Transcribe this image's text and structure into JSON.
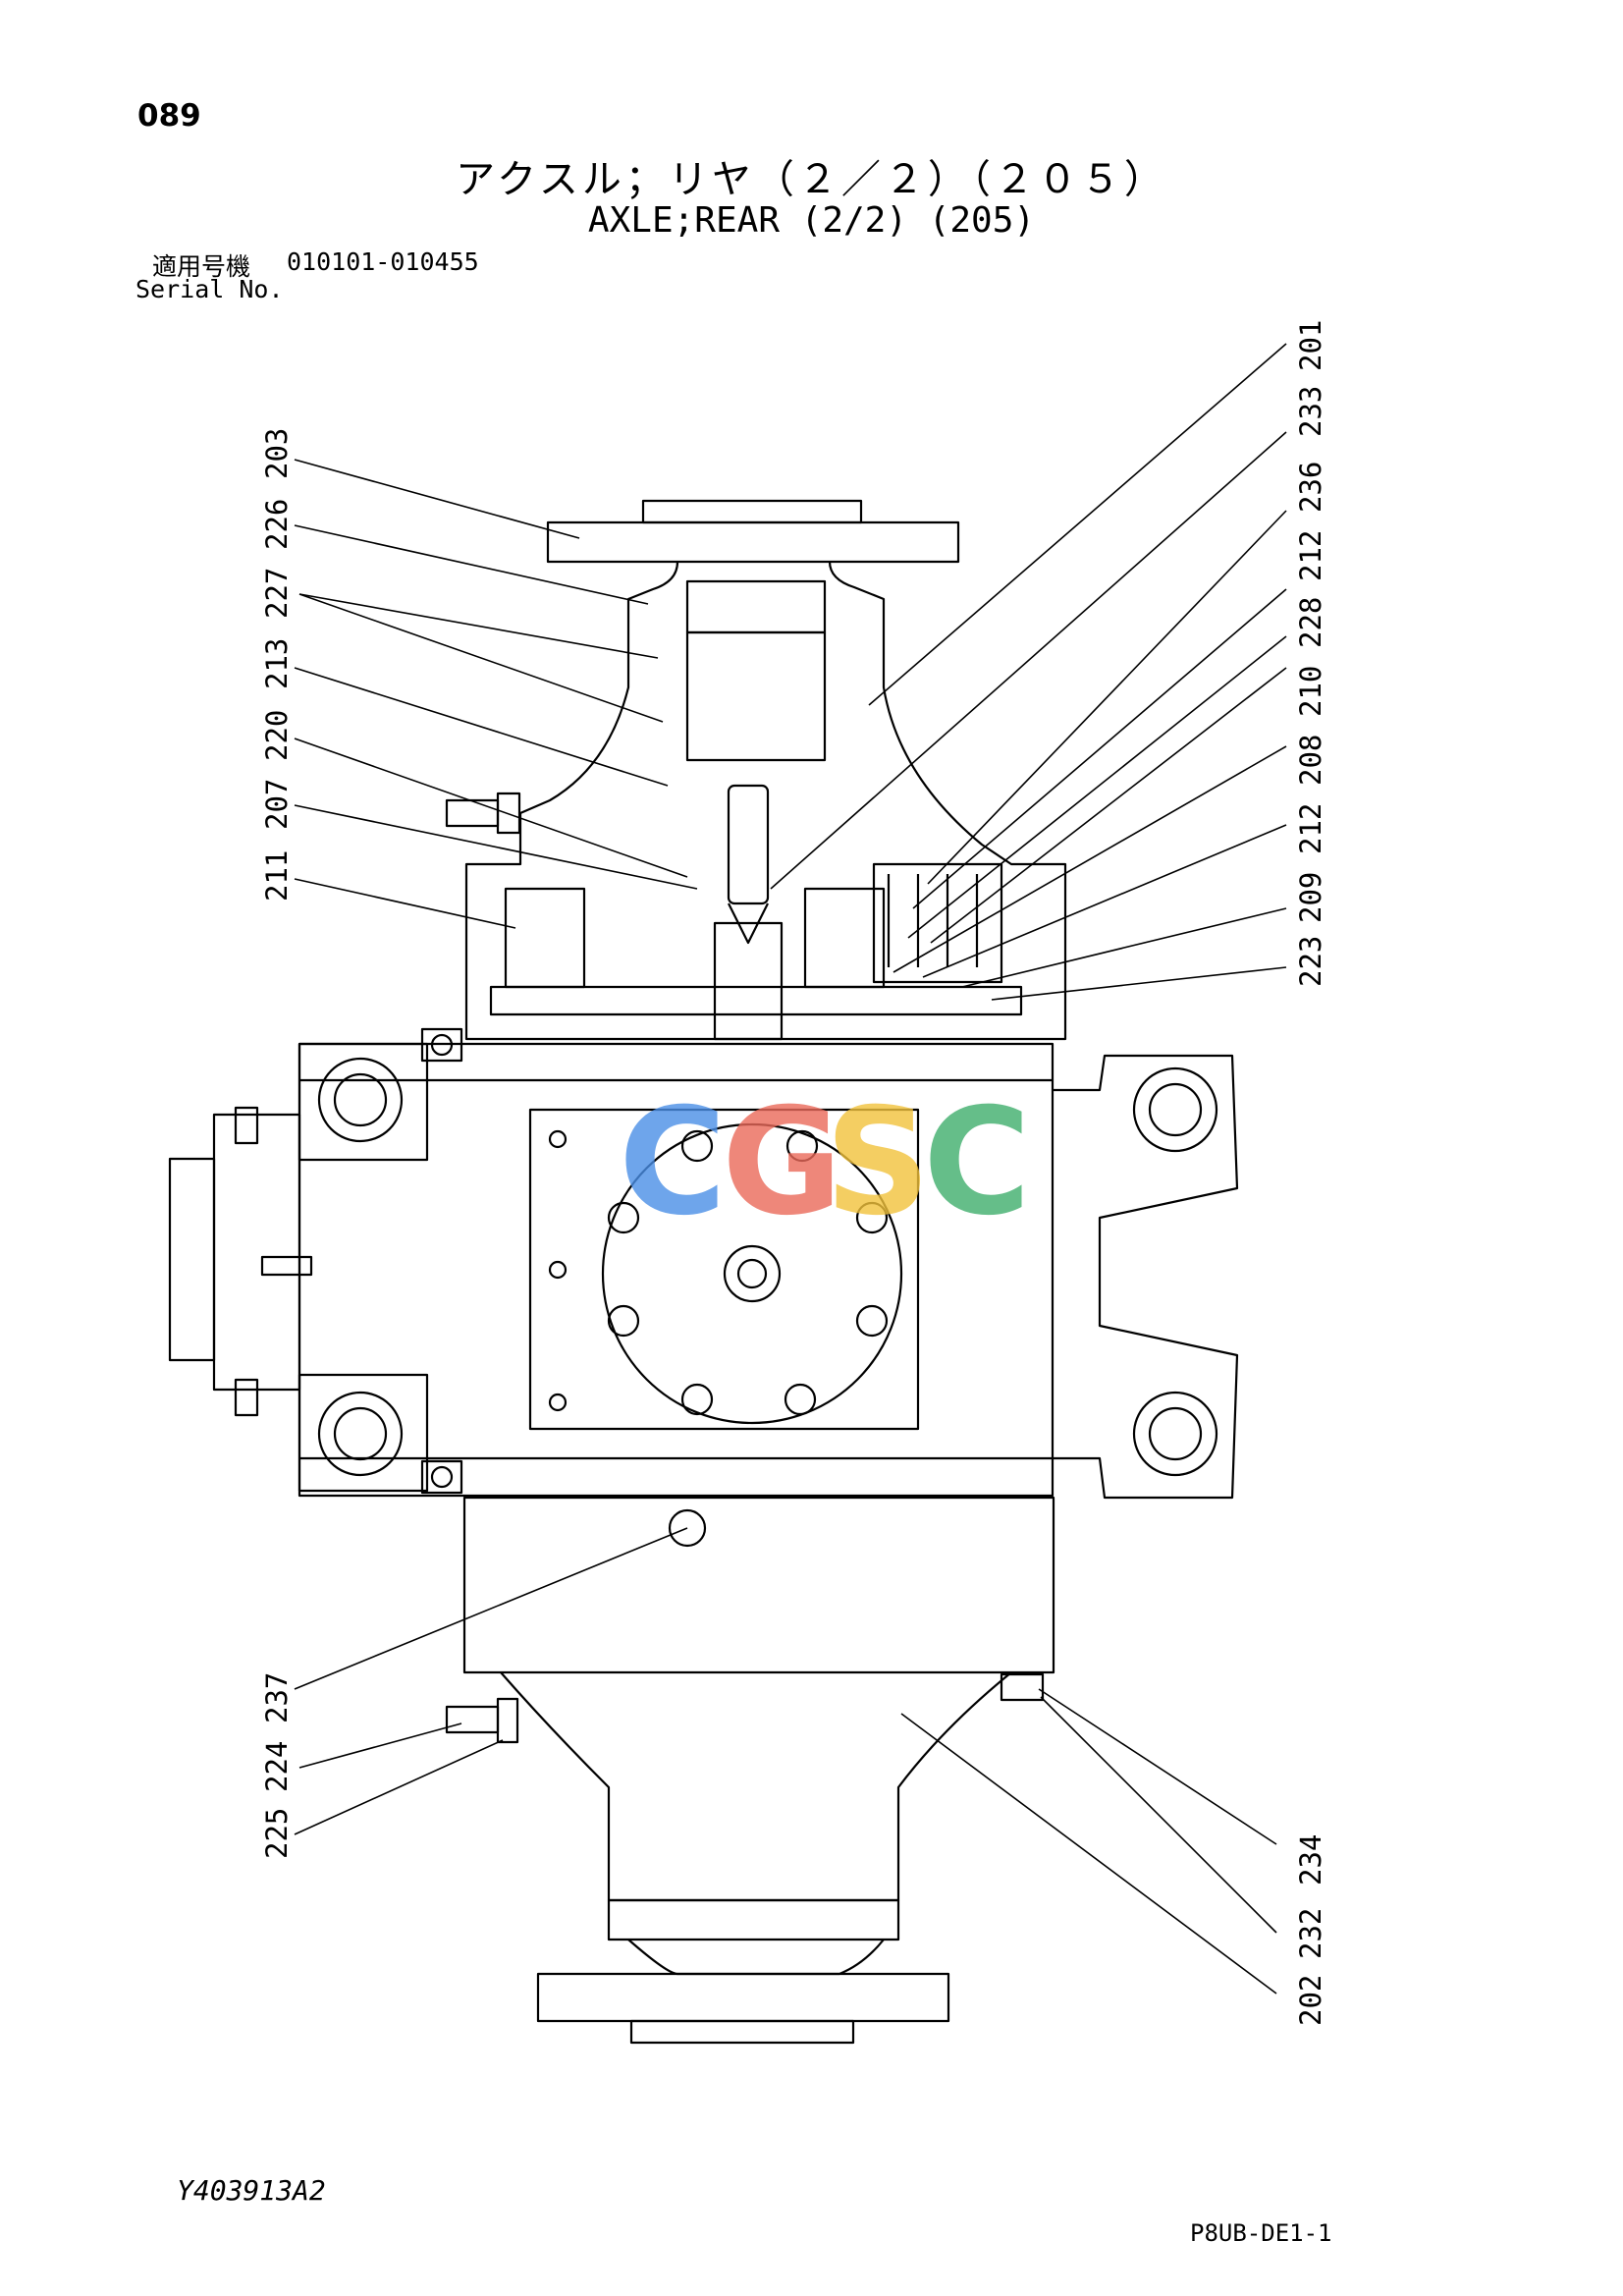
{
  "header": {
    "page_number": "089",
    "title_jp": "アクスル；リヤ（２／２）（２０５）",
    "title_en": "AXLE;REAR (2/2) (205)",
    "serial_label_jp": "適用号機",
    "serial_range": "010101-010455",
    "serial_label_en": "Serial No."
  },
  "diagram": {
    "watermark": "CGSC",
    "callouts_left": [
      "203",
      "226",
      "227",
      "213",
      "220",
      "207",
      "211",
      "237",
      "224",
      "225"
    ],
    "callouts_right": [
      "201",
      "233",
      "236",
      "212",
      "228",
      "210",
      "208",
      "212",
      "209",
      "223",
      "234",
      "232",
      "202"
    ]
  },
  "footer": {
    "drawing_number": "Y403913A2",
    "page_code": "P8UB-DE1-1"
  }
}
